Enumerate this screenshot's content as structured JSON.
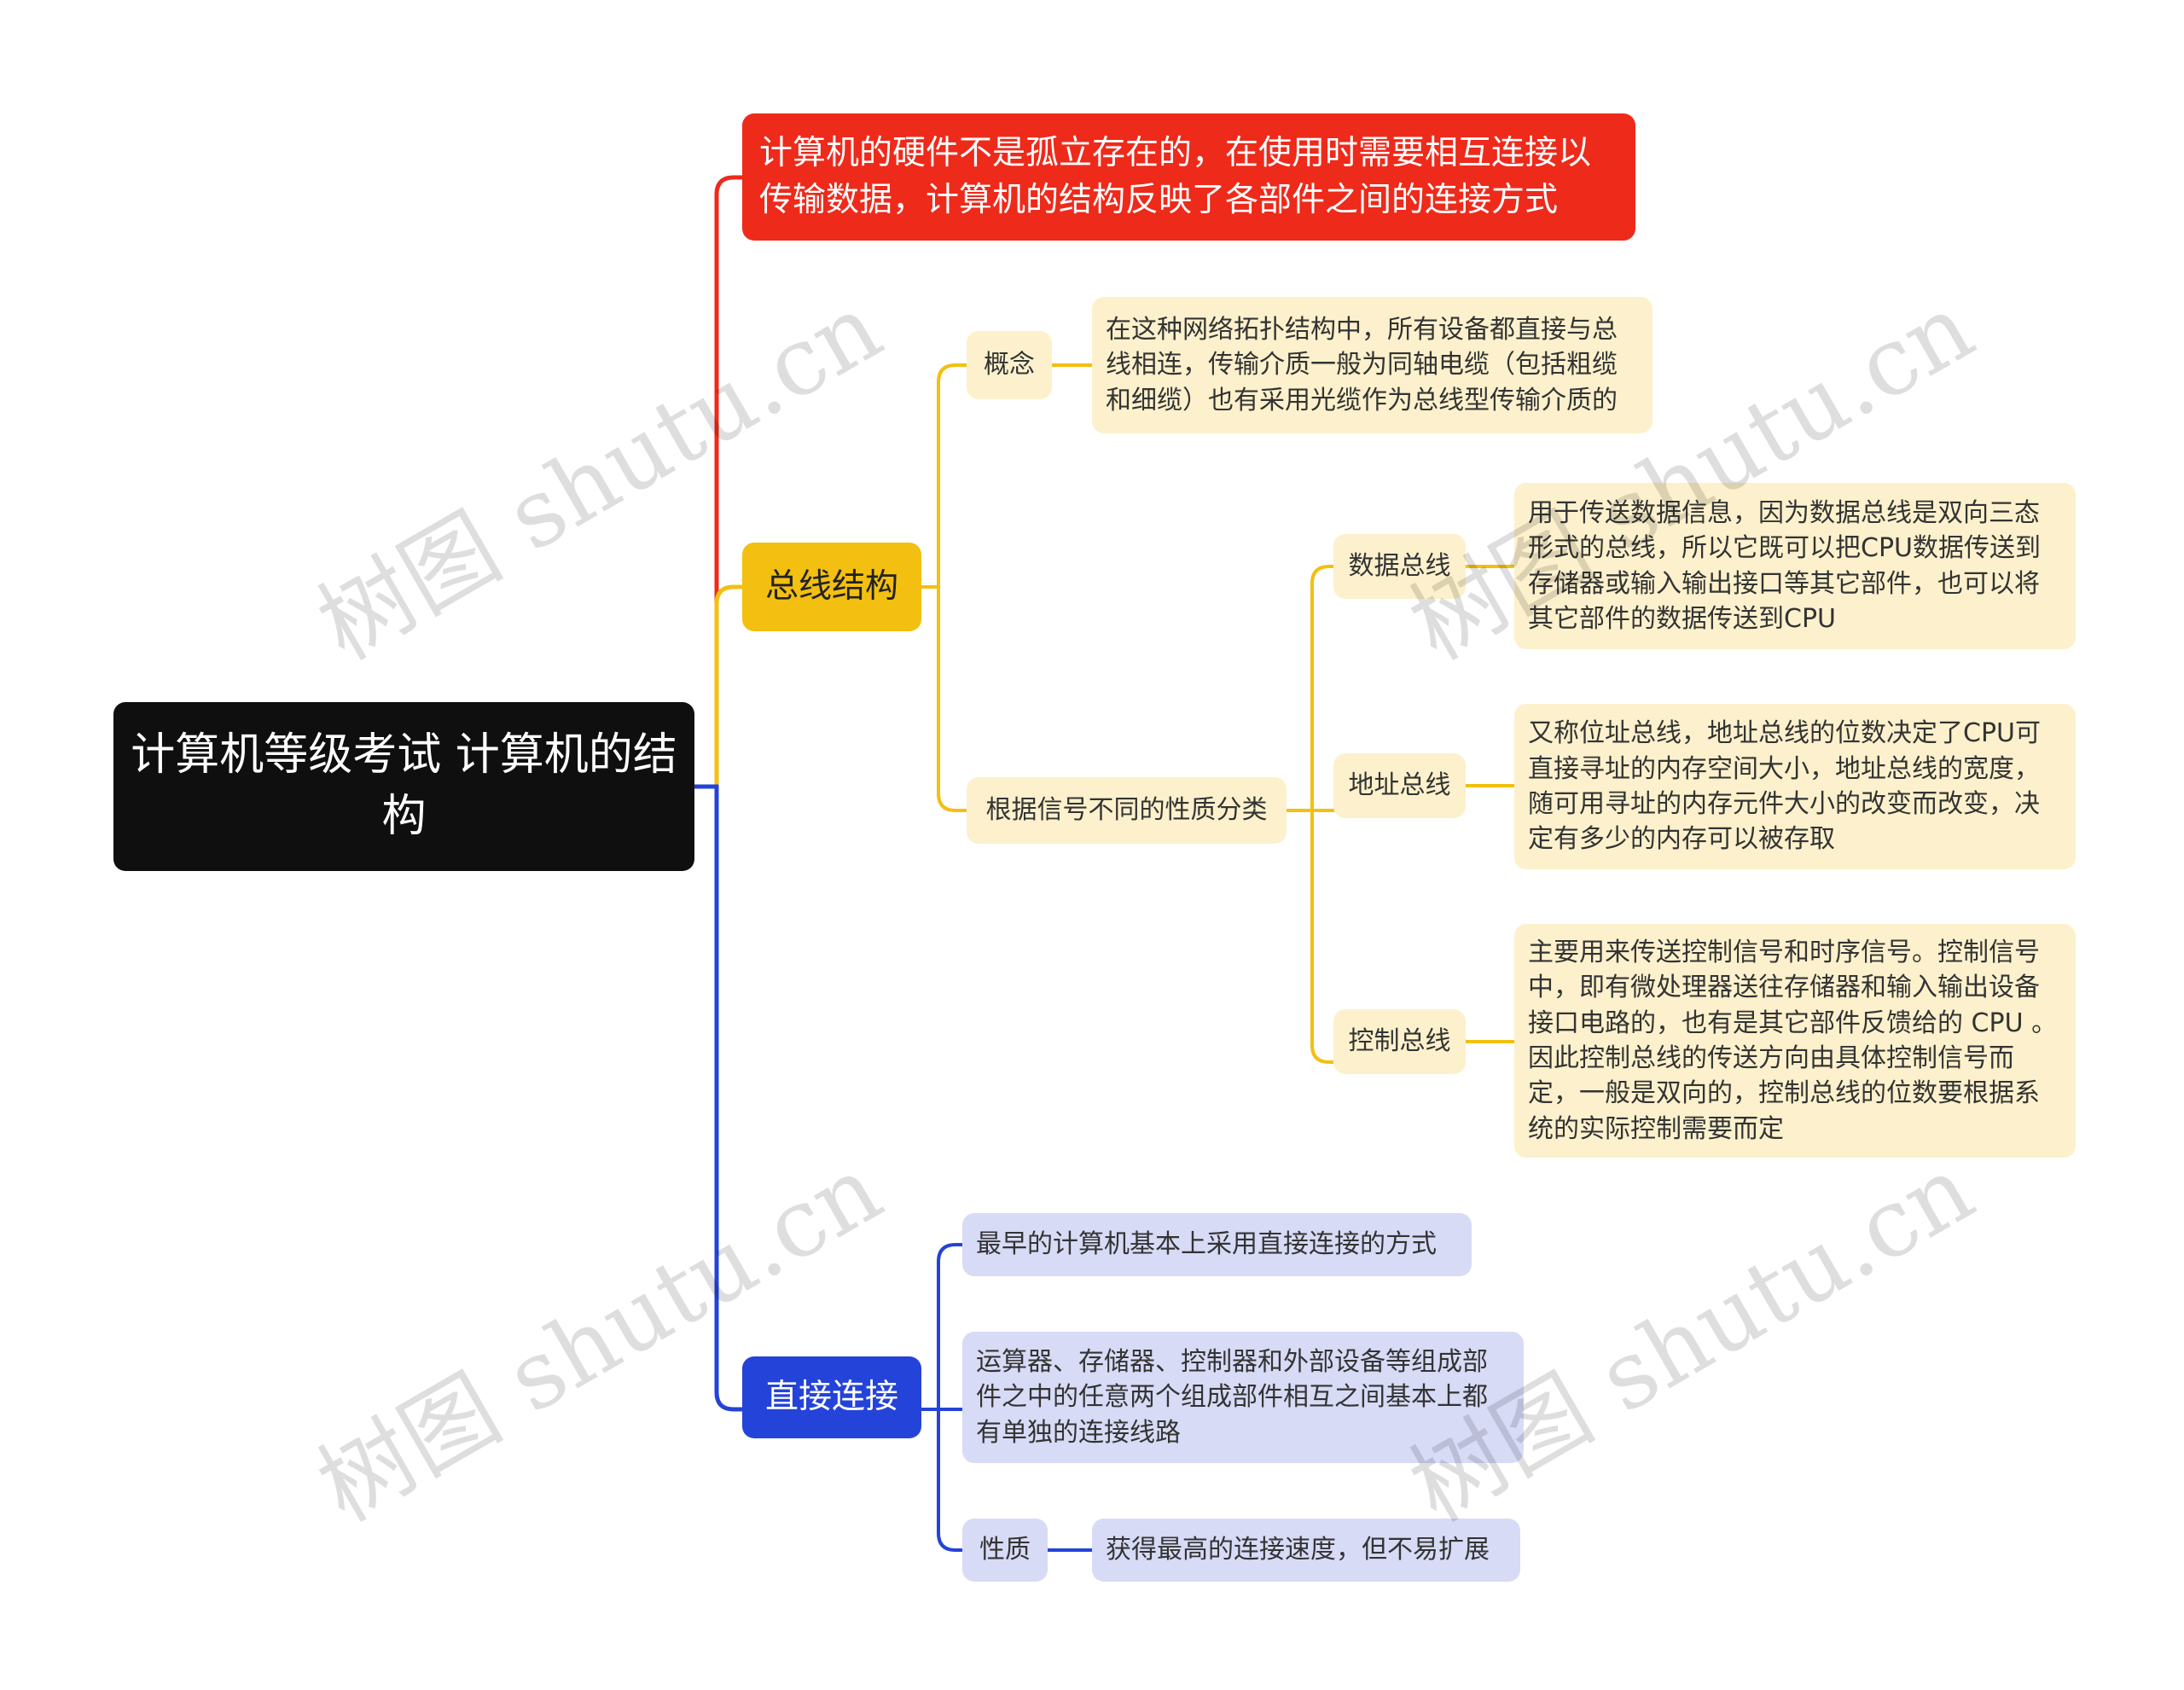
{
  "mindmap": {
    "root": "计算机等级考试 计算机的结构",
    "intro": "计算机的硬件不是孤立存在的，在使用时需要相互连接以传输数据，计算机的结构反映了各部件之间的连接方式",
    "bus": {
      "label": "总线结构",
      "concept": {
        "label": "概念",
        "text": "在这种网络拓扑结构中，所有设备都直接与总线相连，传输介质一般为同轴电缆（包括粗缆和细缆）也有采用光缆作为总线型传输介质的"
      },
      "classify": {
        "label": "根据信号不同的性质分类",
        "data_bus": {
          "label": "数据总线",
          "text": "用于传送数据信息，因为数据总线是双向三态形式的总线，所以它既可以把CPU数据传送到存储器或输入输出接口等其它部件，也可以将其它部件的数据传送到CPU"
        },
        "address_bus": {
          "label": "地址总线",
          "text": "又称位址总线，地址总线的位数决定了CPU可直接寻址的内存空间大小，地址总线的宽度，随可用寻址的内存元件大小的改变而改变，决定有多少的内存可以被存取"
        },
        "control_bus": {
          "label": "控制总线",
          "text": "主要用来传送控制信号和时序信号。控制信号中，即有微处理器送往存储器和输入输出设备接口电路的，也有是其它部件反馈给的 CPU 。因此控制总线的传送方向由具体控制信号而定，一般是双向的，控制总线的位数要根据系统的实际控制需要而定"
        }
      }
    },
    "direct": {
      "label": "直接连接",
      "item1": "最早的计算机基本上采用直接连接的方式",
      "item2": "运算器、存储器、控制器和外部设备等组成部件之中的任意两个组成部件相互之间基本上都有单独的连接线路",
      "property": {
        "label": "性质",
        "text": "获得最高的连接速度，但不易扩展"
      }
    }
  },
  "watermark": "树图 shutu.cn",
  "colors": {
    "root": "#0f0f0f",
    "intro": "#ee2a1b",
    "bus": "#f3bf10",
    "bus_leaf": "#fcf1cc",
    "direct": "#2443d8",
    "direct_leaf": "#d7dbf6"
  }
}
